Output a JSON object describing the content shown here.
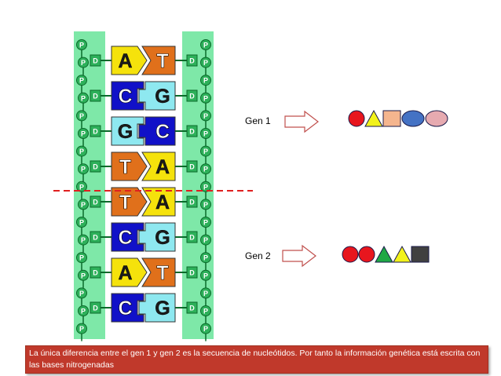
{
  "strand": {
    "phosphate_letter": "P",
    "sugar_letter": "D",
    "pairs": [
      {
        "left": "A",
        "right": "T"
      },
      {
        "left": "C",
        "right": "G"
      },
      {
        "left": "G",
        "right": "C"
      },
      {
        "left": "T",
        "right": "A"
      },
      {
        "left": "T",
        "right": "A"
      },
      {
        "left": "C",
        "right": "G"
      },
      {
        "left": "A",
        "right": "T"
      },
      {
        "left": "C",
        "right": "G"
      }
    ]
  },
  "base_colors": {
    "A": "#f5e20c",
    "T": "#e0701b",
    "C": "#1111c8",
    "G": "#8ee8f0"
  },
  "backbone_color": "#7ee8a8",
  "divider_color": "#e02020",
  "gen1": {
    "label": "Gen 1",
    "shapes": [
      {
        "shape": "circle",
        "color": "#e8161e"
      },
      {
        "shape": "triangle",
        "color": "#f2f21a"
      },
      {
        "shape": "square",
        "color": "#f5b58e"
      },
      {
        "shape": "ellipse",
        "color": "#4472c4"
      },
      {
        "shape": "ellipse",
        "color": "#e6aab0"
      }
    ]
  },
  "gen2": {
    "label": "Gen 2",
    "shapes": [
      {
        "shape": "circle",
        "color": "#e8161e"
      },
      {
        "shape": "circle",
        "color": "#e8161e"
      },
      {
        "shape": "triangle",
        "color": "#1fa845"
      },
      {
        "shape": "triangle",
        "color": "#f2f21a"
      },
      {
        "shape": "square",
        "color": "#404040"
      }
    ]
  },
  "caption": "La única diferencia entre el gen 1 y gen 2 es la secuencia de nucleótidos. Por tanto la información genética está escrita con las bases nitrogenadas"
}
